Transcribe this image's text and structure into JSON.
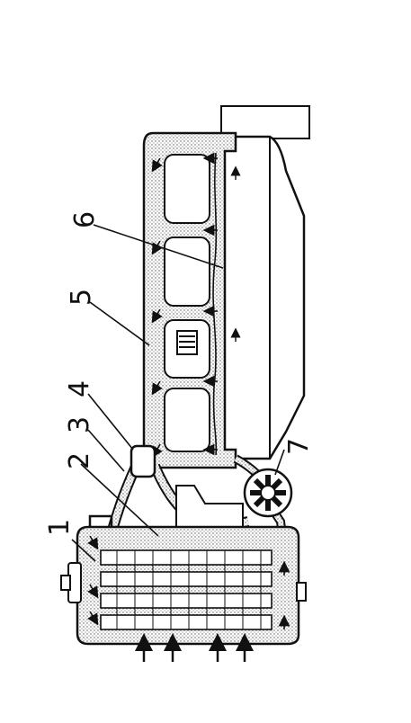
{
  "labels": {
    "l1": "1",
    "l2": "2",
    "l3": "3",
    "l4": "4",
    "l5": "5",
    "l6": "6",
    "l7": "7"
  },
  "colors": {
    "ink": "#111111",
    "fill_dots": "#c8c8c8",
    "paper": "#ffffff"
  }
}
